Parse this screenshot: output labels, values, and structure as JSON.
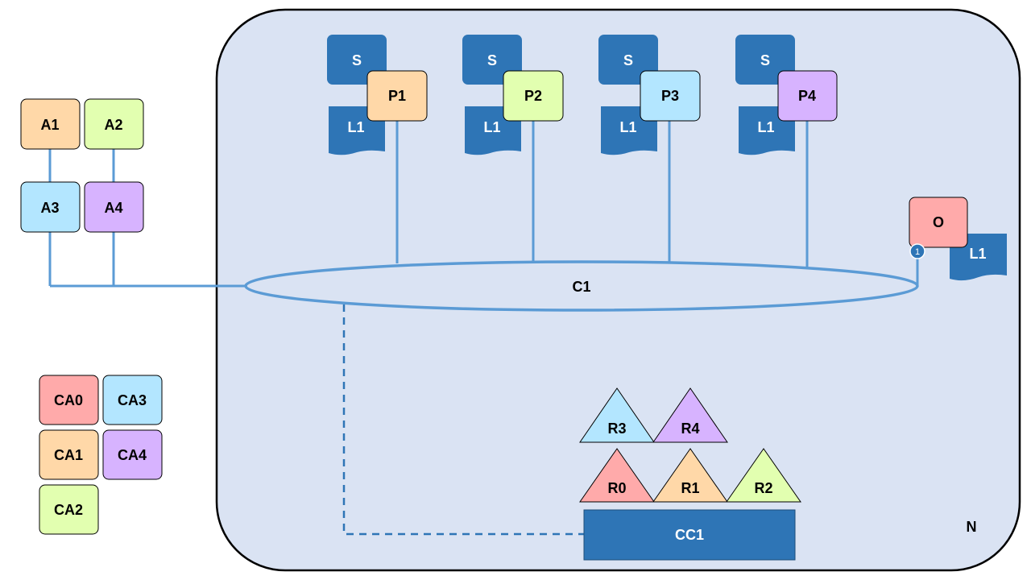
{
  "colors": {
    "network_fill": "#dae3f3",
    "line": "#5b9bd5",
    "dark_blue": "#2e75b6",
    "orange": "#ffd8a8",
    "green": "#e2ffb0",
    "blue": "#b3e6ff",
    "purple": "#d7b3ff",
    "red": "#ffaaaa"
  },
  "network": {
    "label": "N"
  },
  "channel": {
    "label": "C1"
  },
  "outside_nodes": [
    {
      "label": "A1",
      "color": "orange"
    },
    {
      "label": "A2",
      "color": "green"
    },
    {
      "label": "A3",
      "color": "blue"
    },
    {
      "label": "A4",
      "color": "purple"
    }
  ],
  "certificate_authorities": [
    {
      "label": "CA0",
      "color": "red"
    },
    {
      "label": "CA3",
      "color": "blue"
    },
    {
      "label": "CA1",
      "color": "orange"
    },
    {
      "label": "CA4",
      "color": "purple"
    },
    {
      "label": "CA2",
      "color": "green"
    }
  ],
  "peers": [
    {
      "label": "P1",
      "color": "orange",
      "smart_contract": "S",
      "ledger": "L1"
    },
    {
      "label": "P2",
      "color": "green",
      "smart_contract": "S",
      "ledger": "L1"
    },
    {
      "label": "P3",
      "color": "blue",
      "smart_contract": "S",
      "ledger": "L1"
    },
    {
      "label": "P4",
      "color": "purple",
      "smart_contract": "S",
      "ledger": "L1"
    }
  ],
  "orderer": {
    "label": "O",
    "color": "red",
    "ledger": "L1",
    "badge": "1"
  },
  "configuration": {
    "label": "CC1"
  },
  "organizations": [
    {
      "label": "R3",
      "color": "blue"
    },
    {
      "label": "R4",
      "color": "purple"
    },
    {
      "label": "R0",
      "color": "red"
    },
    {
      "label": "R1",
      "color": "orange"
    },
    {
      "label": "R2",
      "color": "green"
    }
  ]
}
